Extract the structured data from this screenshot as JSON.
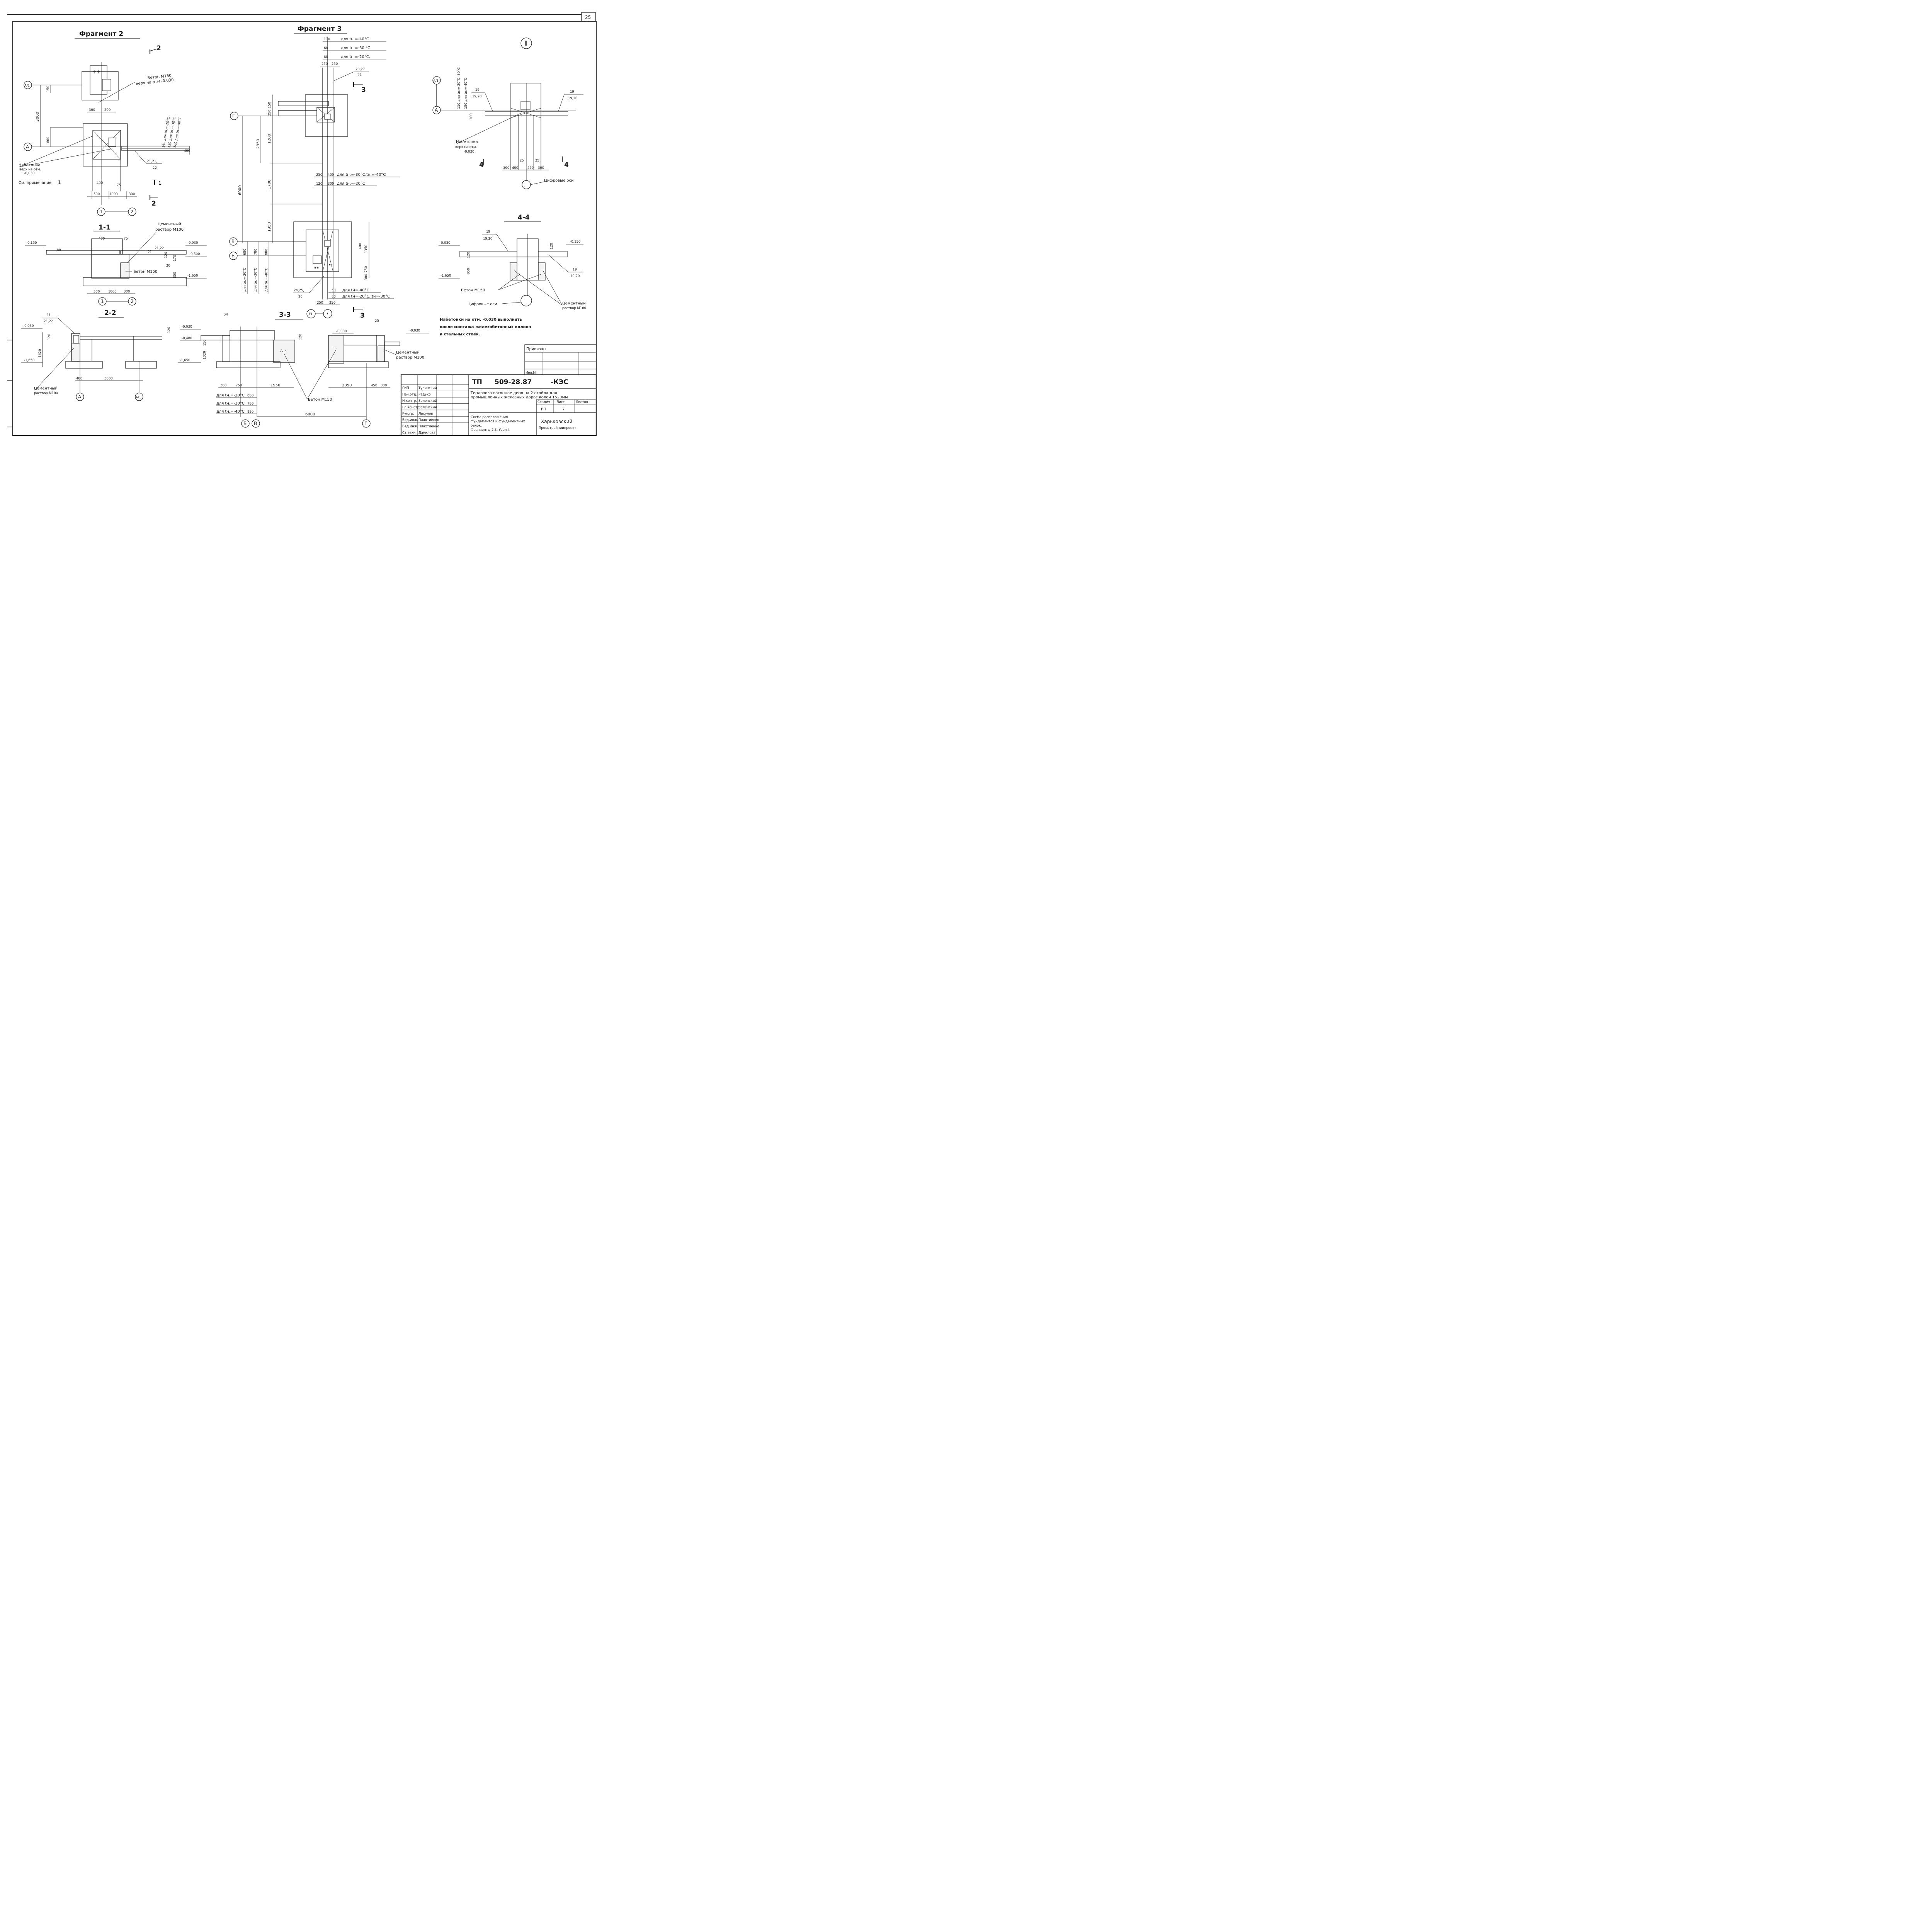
{
  "sheet_number": "25",
  "fragment2": {
    "title": "Фрагмент 2",
    "section_mark": "2",
    "axis_a1": "А/1",
    "axis_a": "А",
    "axis_1": "1",
    "axis_2": "2",
    "dim_3000": "3000",
    "dim_150": "150",
    "dim_800": "800",
    "dim_300": "300",
    "dim_200": "200",
    "dim_400": "400",
    "dim_75": "75",
    "dim_500": "500",
    "dim_1000": "1000",
    "dim_300b": "300",
    "dim_140": "140 для tн.=-20°С",
    "dim_180": "150 для tн.=-30°С",
    "dim_cold": "160 для tн.=-40°С",
    "label_beton": "Бетон М150",
    "label_beton_top": "верх на отм.-0,030",
    "label_nabetonka": "Набетонка",
    "label_nabetonka_top": "верх на отм.",
    "label_nabetonka_val": "-0,030",
    "label_note": "См. примечание",
    "mark_1": "1",
    "mark_1_cut": "1",
    "mark_2_cut": "2",
    "ref_21": "21,21,",
    "ref_22": "22"
  },
  "fragment3": {
    "title": "Фрагмент 3",
    "dim_110": "110",
    "dim_60": "60",
    "dim_80": "80",
    "text_110": "для tн.=-40°С",
    "text_60": "для tн.=-30 °С",
    "text_80": "для tн.=-20°С,",
    "dim_250a": "250",
    "dim_250b": "250",
    "ref_2027": "20,27",
    "ref_27": "27",
    "section_3": "3",
    "axis_g": "Г",
    "axis_v": "В",
    "axis_b": "Б",
    "axis_6": "6",
    "axis_7": "7",
    "dim_6000": "6000",
    "dim_2350": "2350",
    "dim_1200": "1200",
    "dim_1700": "1700",
    "dim_1950": "1950",
    "dim_150": "150",
    "dim_250c": "250",
    "dim_400": "400",
    "text_400": "для tн.=-30°С,tн.=-40°С",
    "dim_120": "120",
    "dim_300": "300",
    "text_300": "для tн.=-20°С",
    "dim_680": "680",
    "dim_780": "780",
    "dim_880": "880",
    "rot_20": "для tн.=-20°С",
    "rot_30": "для tн.=-30°С",
    "rot_40": "для tн.=-40°С",
    "dim_1350": "1350",
    "dim_750": "750",
    "dim_300b": "300",
    "dim_400b": "400",
    "dim_50": "50",
    "text_50": "для tн=-40°С",
    "dim_80b": "80",
    "text_80b": "для tн=-20°С, tн=-30°С",
    "dim_250d": "250",
    "dim_250e": "250",
    "ref_2425": "24,25,",
    "ref_26": "26"
  },
  "node1": {
    "title": "I",
    "axis_a1": "А/1",
    "axis_a": "А",
    "dim_110": "110 для tн.=-20°С,-30°С",
    "dim_180": "180 для tн.=-40°С",
    "dim_100": "100",
    "ref_19a": "19",
    "ref_1920a": "19,20",
    "ref_19b": "19",
    "ref_1920b": "19,20",
    "label_nabetonka": "Набетонка",
    "label_top": "верх на отм.",
    "label_val": "-0,030",
    "mark_4a": "4",
    "mark_4b": "4",
    "dim_25a": "25",
    "dim_25b": "25",
    "dim_300a": "300",
    "dim_400": "400",
    "dim_450": "450",
    "dim_300b": "300",
    "label_axes": "Цифровые оси"
  },
  "section11": {
    "title": "1-1",
    "axis_1": "1",
    "axis_2": "2",
    "mark_m0150": "-0,150",
    "mark_m0030": "-0,030",
    "mark_m0500": "-0,500",
    "mark_m1650": "-1,650",
    "dim_400": "400",
    "dim_75": "75",
    "dim_80": "80",
    "dim_120": "120",
    "dim_170": "170",
    "dim_850": "850",
    "dim_20": "20",
    "dim_500": "500",
    "dim_1000": "1000",
    "dim_300": "300",
    "ref_21": "21",
    "ref_2122": "21,22",
    "label_cement": "Цементный",
    "label_cement2": "раствор М100",
    "label_beton": "Бетон М150"
  },
  "section44": {
    "title": "4-4",
    "mark_m0030": "-0.030",
    "mark_m0150": "-0,150",
    "mark_m1650": "-1,650",
    "ref_19a": "19",
    "ref_1920a": "19,20",
    "ref_19b": "19",
    "ref_1920b": "19,20",
    "dim_120a": "120",
    "dim_120b": "120",
    "dim_850": "850",
    "label_beton": "Бетон М150",
    "label_axes": "Цифровые оси",
    "label_cement": "Цементный",
    "label_cement2": "раствор М100"
  },
  "section22": {
    "title": "2-2",
    "ref_21": "21",
    "ref_2122": "21,22",
    "mark_m0030": "-0,030",
    "mark_m1650": "-1,650",
    "dim_1620": "1620",
    "dim_120": "120",
    "dim_120b": "120",
    "dim_400": "400",
    "dim_3000": "3000",
    "axis_a": "А",
    "axis_a1": "А/1",
    "label_cement": "Цементный",
    "label_cement2": "раствор М100"
  },
  "section33": {
    "title": "3-3",
    "mark_m0030a": "-0,030",
    "mark_m0480": "-0,480",
    "mark_m1650": "-1,650",
    "mark_m0030b": "-0,030",
    "mark_m0030c": "-0,030",
    "dim_25a": "25",
    "dim_25b": "25",
    "dim_120": "120",
    "dim_150": "150",
    "dim_1020": "1020",
    "dim_300": "300",
    "dim_750": "750",
    "dim_1950": "1950",
    "dim_2350": "2350",
    "dim_450": "450",
    "dim_300b": "300",
    "dim_6000": "6000",
    "dim_680": "680",
    "dim_780": "780",
    "dim_880": "880",
    "text_20": "для tн.=-20°С",
    "text_30": "для tн.=-30°С",
    "text_40": "для tн.=-40°С",
    "axis_b": "Б",
    "axis_v": "В",
    "axis_g": "Г",
    "label_beton": "Бетон М150",
    "label_cement": "Цементный",
    "label_cement2": "раствор М100"
  },
  "note": {
    "line1": "Набетонки на отм. -0.030 выполнить",
    "line2": "после монтажа железобетонных колонн",
    "line3": "и стальных стоек."
  },
  "stamp": {
    "privyazan": "Привязан",
    "inv": "Инв.№",
    "code_prefix": "ТП",
    "code": "509-28.87",
    "code_suffix": "-КЭС",
    "title1": "Тепловозо-вагонное депо на 2 стойла для",
    "title2": "промышленных железных дорог колеи 1520мм",
    "stage_h": "Стадия",
    "sheet_h": "Лист",
    "sheets_h": "Листов",
    "stage": "РП",
    "sheet": "7",
    "desc1": "Схема расположения",
    "desc2": "фундаментов и фундаментных",
    "desc3": "балок.",
    "desc4": "Фрагменты 2,3. Узел I.",
    "org1": "Харьковский",
    "org2": "Промстройниипроект",
    "rows": [
      {
        "role": "ГИП",
        "name": "Туринский"
      },
      {
        "role": "Нач.отд.",
        "name": "Радько"
      },
      {
        "role": "Н.контр.",
        "name": "Зеленский"
      },
      {
        "role": "Гл.констр.",
        "name": "Зеленский"
      },
      {
        "role": "Рук.гр.",
        "name": "Лисунов"
      },
      {
        "role": "Вед.инж.",
        "name": "Плахтиенко"
      },
      {
        "role": "Вед.инж.",
        "name": "Плахтиенко"
      },
      {
        "role": "Ст.техн.",
        "name": "Данилова"
      }
    ]
  }
}
